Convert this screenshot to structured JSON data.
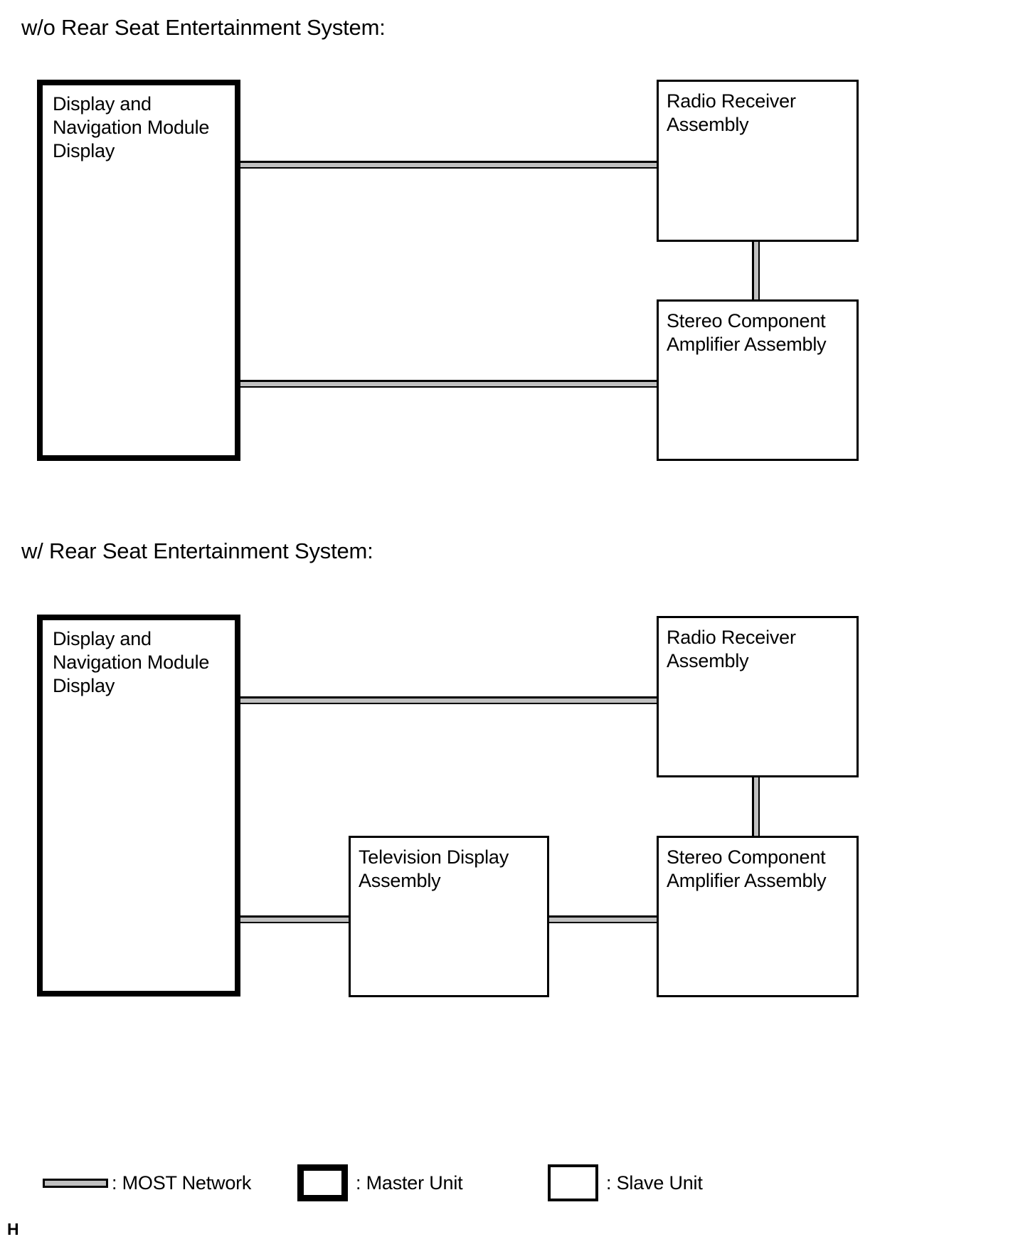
{
  "page": {
    "footer_mark": "H"
  },
  "diagrams": [
    {
      "title": "w/o Rear Seat Entertainment System:",
      "units": [
        {
          "name": "Display and Navigation Module Display",
          "role": "Master Unit"
        },
        {
          "name": "Radio Receiver Assembly",
          "role": "Slave Unit"
        },
        {
          "name": "Stereo Component Amplifier Assembly",
          "role": "Slave Unit"
        }
      ],
      "links": [
        {
          "type": "MOST Network",
          "from": "Display and Navigation Module Display",
          "to": "Radio Receiver Assembly"
        },
        {
          "type": "MOST Network",
          "from": "Radio Receiver Assembly",
          "to": "Stereo Component Amplifier Assembly"
        },
        {
          "type": "MOST Network",
          "from": "Stereo Component Amplifier Assembly",
          "to": "Display and Navigation Module Display"
        }
      ]
    },
    {
      "title": "w/ Rear Seat Entertainment System:",
      "units": [
        {
          "name": "Display and Navigation Module Display",
          "role": "Master Unit"
        },
        {
          "name": "Radio Receiver Assembly",
          "role": "Slave Unit"
        },
        {
          "name": "Television Display Assembly",
          "role": "Slave Unit"
        },
        {
          "name": "Stereo Component Amplifier Assembly",
          "role": "Slave Unit"
        }
      ],
      "links": [
        {
          "type": "MOST Network",
          "from": "Display and Navigation Module Display",
          "to": "Radio Receiver Assembly"
        },
        {
          "type": "MOST Network",
          "from": "Radio Receiver Assembly",
          "to": "Stereo Component Amplifier Assembly"
        },
        {
          "type": "MOST Network",
          "from": "Stereo Component Amplifier Assembly",
          "to": "Television Display Assembly"
        },
        {
          "type": "MOST Network",
          "from": "Television Display Assembly",
          "to": "Display and Navigation Module Display"
        }
      ]
    }
  ],
  "legend": {
    "items": [
      {
        "symbol": "most-network-line",
        "label": ": MOST Network"
      },
      {
        "symbol": "master-unit-box",
        "label": ": Master Unit"
      },
      {
        "symbol": "slave-unit-box",
        "label": ": Slave Unit"
      }
    ]
  },
  "colors": {
    "line_fill": "#c0c0c0",
    "stroke": "#000000",
    "background": "#ffffff"
  }
}
